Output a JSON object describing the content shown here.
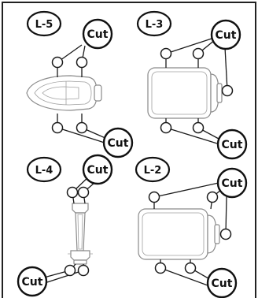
{
  "panels": [
    {
      "label": "L-5",
      "cut_labels": [
        "Cut",
        "Cut"
      ]
    },
    {
      "label": "L-3",
      "cut_labels": [
        "Cut",
        "Cut"
      ]
    },
    {
      "label": "L-4",
      "cut_labels": [
        "Cut",
        "Cut"
      ]
    },
    {
      "label": "L-2",
      "cut_labels": [
        "Cut",
        "Cut"
      ]
    }
  ],
  "colors": {
    "outline": "#111111",
    "part_stroke": "#8a8a8a",
    "background": "#ffffff"
  }
}
